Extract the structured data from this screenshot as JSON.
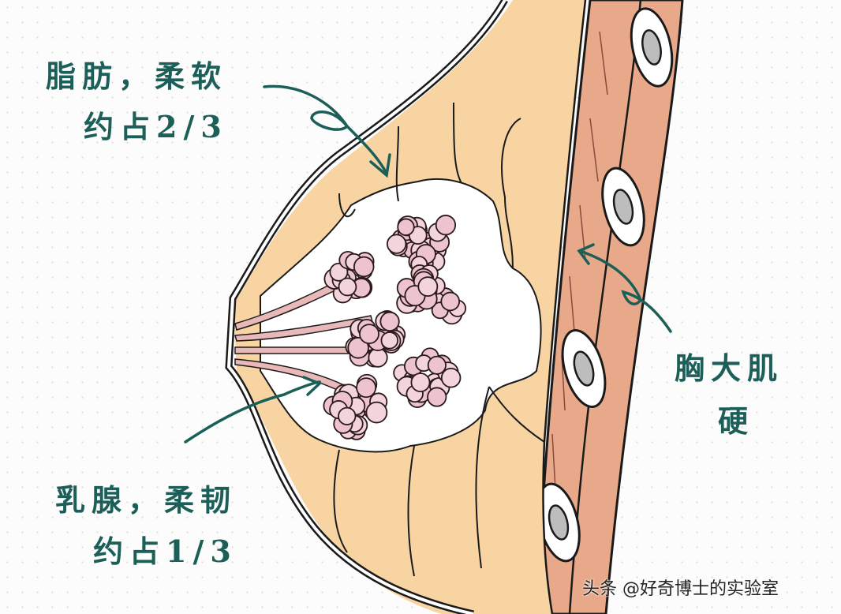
{
  "labels": {
    "fat_line1": "脂肪，柔软",
    "fat_line2": "约占2/3",
    "gland_line1": "乳腺，柔韧",
    "gland_line2": "约占1/3",
    "muscle_line1": "胸大肌",
    "muscle_line2": "硬"
  },
  "watermark": "头条 @好奇博士的实验室",
  "colors": {
    "label_text": "#1c5f58",
    "fat": "#f7d4a2",
    "gland": "#eec3d0",
    "muscle": "#e8a98a",
    "outline": "#1a1a1a"
  }
}
